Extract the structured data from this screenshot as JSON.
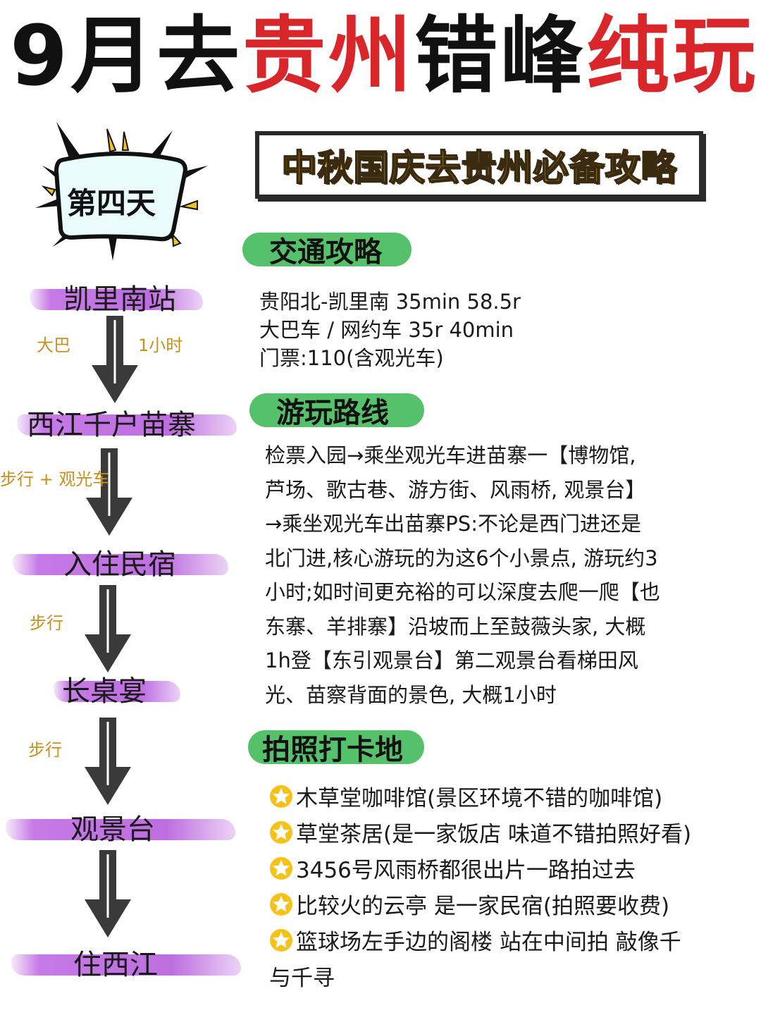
{
  "title": {
    "parts": [
      {
        "text": "9月去",
        "color": "#111111"
      },
      {
        "text": "贵州",
        "color": "#d8262b"
      },
      {
        "text": "错峰",
        "color": "#111111"
      },
      {
        "text": "纯玩",
        "color": "#d8262b"
      }
    ]
  },
  "badge": {
    "label": "第四天"
  },
  "banner": {
    "label": "中秋国庆去贵州必备攻略"
  },
  "timeline": {
    "stops": [
      "凯里南站",
      "西江千户苗寨",
      "入住民宿",
      "长桌宴",
      "观景台",
      "住西江"
    ],
    "modes": {
      "m1_left": "大巴",
      "m1_right": "1小时",
      "m2": "步行 + 观光车",
      "m3": "步行",
      "m4": "步行"
    }
  },
  "transport": {
    "heading": "交通攻略",
    "lines": [
      "贵阳北-凯里南 35min 58.5r",
      "大巴车 / 网约车 35r 40min",
      "门票:110(含观光车)"
    ]
  },
  "route": {
    "heading": "游玩路线",
    "lines": [
      "检票入园→乘坐观光车进苗寨一【博物馆,",
      "芦场、歌古巷、游方街、风雨桥, 观景台】",
      "→乘坐观光车出苗寨PS:不论是西门进还是",
      "北门进,核心游玩的为这6个小景点, 游玩约3",
      "小时;如时间更充裕的可以深度去爬一爬【也",
      "东寨、羊排寨】沿坡而上至鼓薇头家, 大概",
      "1h登【东引观景台】第二观景台看梯田风",
      "光、苗察背面的景色, 大概1小时"
    ]
  },
  "photo": {
    "heading": "拍照打卡地",
    "items": [
      "木草堂咖啡馆(景区环境不错的咖啡馆)",
      "草堂茶居(是一家饭店 味道不错拍照好看)",
      "3456号风雨桥都很出片一路拍过去",
      "比较火的云亭 是一家民宿(拍照要收费)",
      "篮球场左手边的阁楼 站在中间拍 敲像千"
    ],
    "continuation": "与千寻"
  },
  "colors": {
    "accent_red": "#d8262b",
    "pill_green": "#56c16b",
    "highlight_purple": "#c67ae6",
    "mode_gold": "#c8901c",
    "banner_yellow": "#f4c20d",
    "star_yellow": "#f6c21a"
  },
  "icons": {
    "star": "star-icon",
    "arrow": "down-arrow-icon",
    "burst": "burst-badge-icon"
  }
}
